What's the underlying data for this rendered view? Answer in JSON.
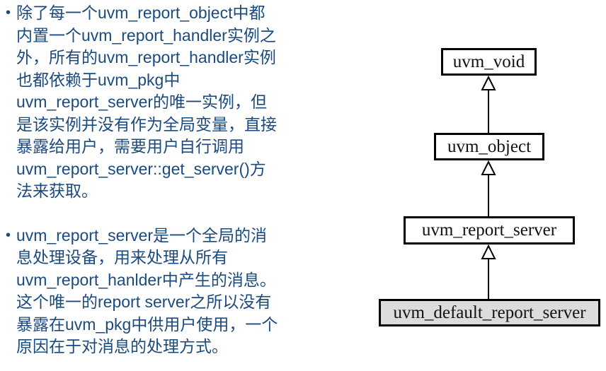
{
  "slide": {
    "background": "#ffffff",
    "text_color": "#1b4a7e"
  },
  "bullets": [
    {
      "marker": "•",
      "text": "除了每一个uvm_report_object中都\n内置一个uvm_report_handler实例之\n外，所有的uvm_report_handler实例\n也都依赖于uvm_pkg中\nuvm_report_server的唯一实例，但\n是该实例并没有作为全局变量，直接\n暴露给用户，需要用户自行调用\nuvm_report_server::get_server()方\n法来获取。"
    },
    {
      "marker": "•",
      "text": "uvm_report_server是一个全局的消\n息处理设备，用来处理从所有\nuvm_report_hanlder中产生的消息。\n这个唯一的report server之所以没有\n暴露在uvm_pkg中供用户使用，一个\n原因在于对消息的处理方式。"
    }
  ],
  "diagram": {
    "type": "uml-class-inheritance",
    "border_color": "#000000",
    "nodes": [
      {
        "label": "uvm_void",
        "fill": "#ffffff"
      },
      {
        "label": "uvm_object",
        "fill": "#ffffff"
      },
      {
        "label": "uvm_report_server",
        "fill": "#ffffff"
      },
      {
        "label": "uvm_default_report_server",
        "fill": "#dcdcdc"
      }
    ],
    "edges": [
      {
        "from": "uvm_object",
        "to": "uvm_void",
        "relation": "inherits"
      },
      {
        "from": "uvm_report_server",
        "to": "uvm_object",
        "relation": "inherits"
      },
      {
        "from": "uvm_default_report_server",
        "to": "uvm_report_server",
        "relation": "inherits"
      }
    ]
  }
}
